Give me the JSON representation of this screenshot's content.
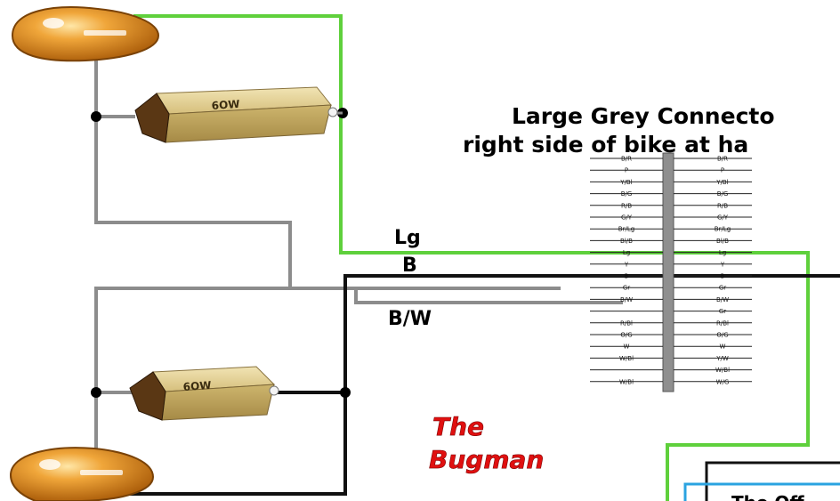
{
  "diagram": {
    "header_line1": "Large Grey Connecto",
    "header_line2": "right side of bike at ha",
    "wire_labels": {
      "lg": "Lg",
      "b": "B",
      "bw": "B/W"
    },
    "signature_line1": "The",
    "signature_line2": "Bugman",
    "resistor_label": "6OW",
    "bottom_box_text": "The Off",
    "connector_pins": {
      "left": [
        "B/R",
        "P",
        "Y/Bl",
        "B/G",
        "R/B",
        "G/Y",
        "Br/Lg",
        "Bl/B",
        "Lg",
        "Y",
        "B",
        "Gr",
        "B/W",
        "",
        "R/Bl",
        "O/G",
        "W",
        "W/Bl",
        "",
        "W/Bl"
      ],
      "right": [
        "B/R",
        "P",
        "Y/Bl",
        "B/G",
        "R/B",
        "G/Y",
        "Br/Lg",
        "Bl/B",
        "Lg",
        "Y",
        "B",
        "Gr",
        "B/W",
        "Gr",
        "R/Bl",
        "O/G",
        "W",
        "Y/W",
        "W/Bl",
        "W/G"
      ]
    }
  },
  "colors": {
    "green_wire": "#5fd03c",
    "grey_wire": "#8c8c8c",
    "black_wire": "#111111",
    "signature_red": "#e01010",
    "blue_box": "#2aa3e0",
    "lamp_amber": "#e08a10"
  }
}
